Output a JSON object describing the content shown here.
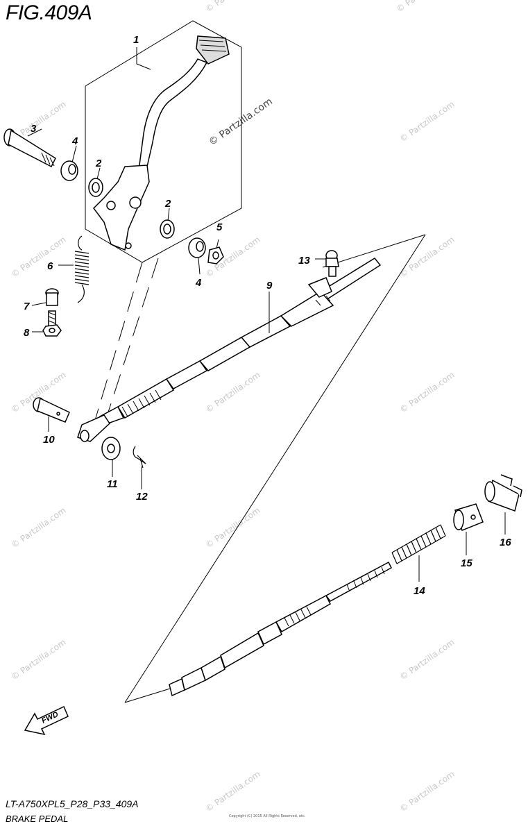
{
  "figure": {
    "title": "FIG.409A",
    "model_code": "LT-A750XPL5_P28_P33_409A",
    "name": "BRAKE PEDAL",
    "fwd_label": "FWD",
    "copyright_small": "Copyright (C) 2015 All Rights Reserved, etc."
  },
  "watermark": {
    "text": "© Partzilla.com"
  },
  "parts": [
    {
      "ref": "1"
    },
    {
      "ref": "2"
    },
    {
      "ref": "2"
    },
    {
      "ref": "3"
    },
    {
      "ref": "4"
    },
    {
      "ref": "4"
    },
    {
      "ref": "5"
    },
    {
      "ref": "6"
    },
    {
      "ref": "7"
    },
    {
      "ref": "8"
    },
    {
      "ref": "9"
    },
    {
      "ref": "10"
    },
    {
      "ref": "11"
    },
    {
      "ref": "12"
    },
    {
      "ref": "13"
    },
    {
      "ref": "14"
    },
    {
      "ref": "15"
    },
    {
      "ref": "16"
    }
  ]
}
